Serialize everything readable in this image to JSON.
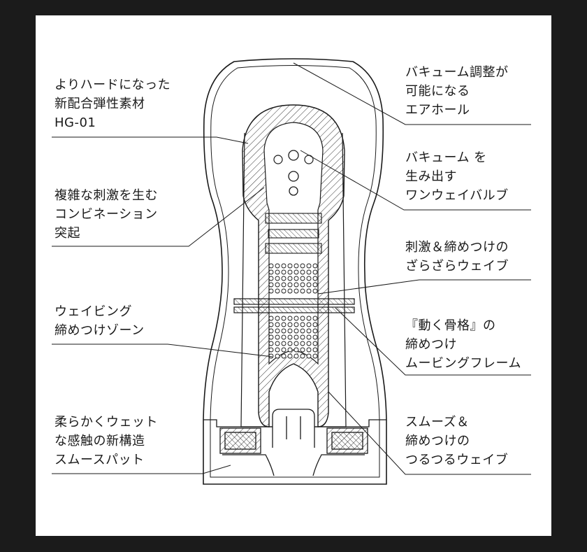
{
  "labels": {
    "left": [
      {
        "id": "material",
        "lines": [
          "よりハードになった",
          "新配合弾性素材",
          "HG-01"
        ]
      },
      {
        "id": "combination",
        "lines": [
          "複雑な刺激を生む",
          "コンビネーション",
          "突起"
        ]
      },
      {
        "id": "waving",
        "lines": [
          "ウェイビング",
          "締めつけゾーン"
        ]
      },
      {
        "id": "smooth-pad",
        "lines": [
          "柔らかくウェット",
          "な感触の新構造",
          "スムースパット"
        ]
      }
    ],
    "right": [
      {
        "id": "air-hole",
        "lines": [
          "バキューム調整が",
          "可能になる",
          "エアホール"
        ]
      },
      {
        "id": "valve",
        "lines": [
          "バキューム を",
          "生み出す",
          "ワンウェイバルブ"
        ]
      },
      {
        "id": "zarazara",
        "lines": [
          "刺激＆締めつけの",
          "ざらざらウェイブ"
        ]
      },
      {
        "id": "moving-frame",
        "lines": [
          "『動く骨格』の",
          "締めつけ",
          "ムービングフレーム"
        ]
      },
      {
        "id": "smooth-wave",
        "lines": [
          "スムーズ＆",
          "締めつけの",
          "つるつるウェイブ"
        ]
      }
    ]
  },
  "colors": {
    "line": "#1a1a1a",
    "background": "#ffffff",
    "frame": "#1b1b1b"
  }
}
